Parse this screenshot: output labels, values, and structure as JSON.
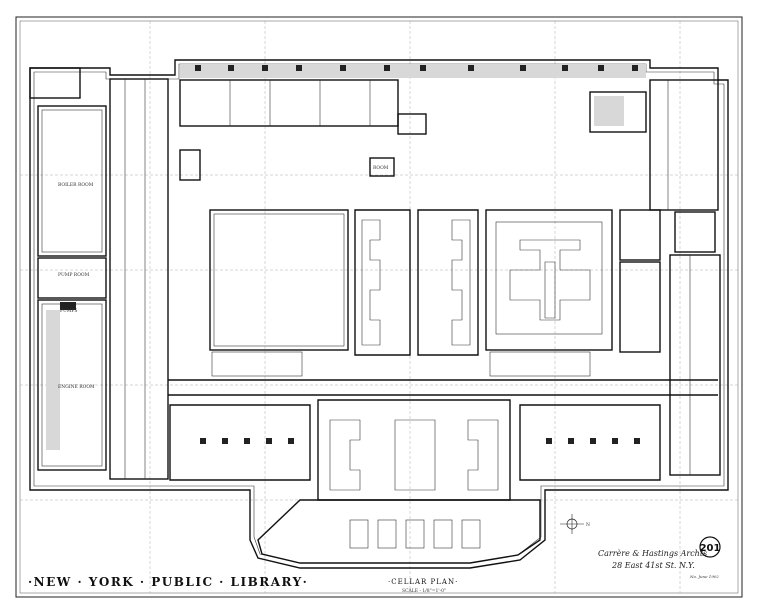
{
  "sheet": {
    "library_title": "·NEW · YORK · PUBLIC · LIBRARY·",
    "plan_title": "·CELLAR PLAN·",
    "scale": "SCALE - 1/8\"=1'-0\"",
    "architect_signature": "Carrère & Hastings Archts",
    "architect_address": "28 East 41st St. N.Y.",
    "date_note": "No. June 1902",
    "sheet_number": "201"
  },
  "rooms": {
    "boiler_room": "BOILER ROOM",
    "pump_room": "PUMP ROOM",
    "engine_room": "ENGINE ROOM",
    "pumps": "PUMPS",
    "room_label": "ROOM"
  },
  "compass": {
    "north_label": "N"
  }
}
